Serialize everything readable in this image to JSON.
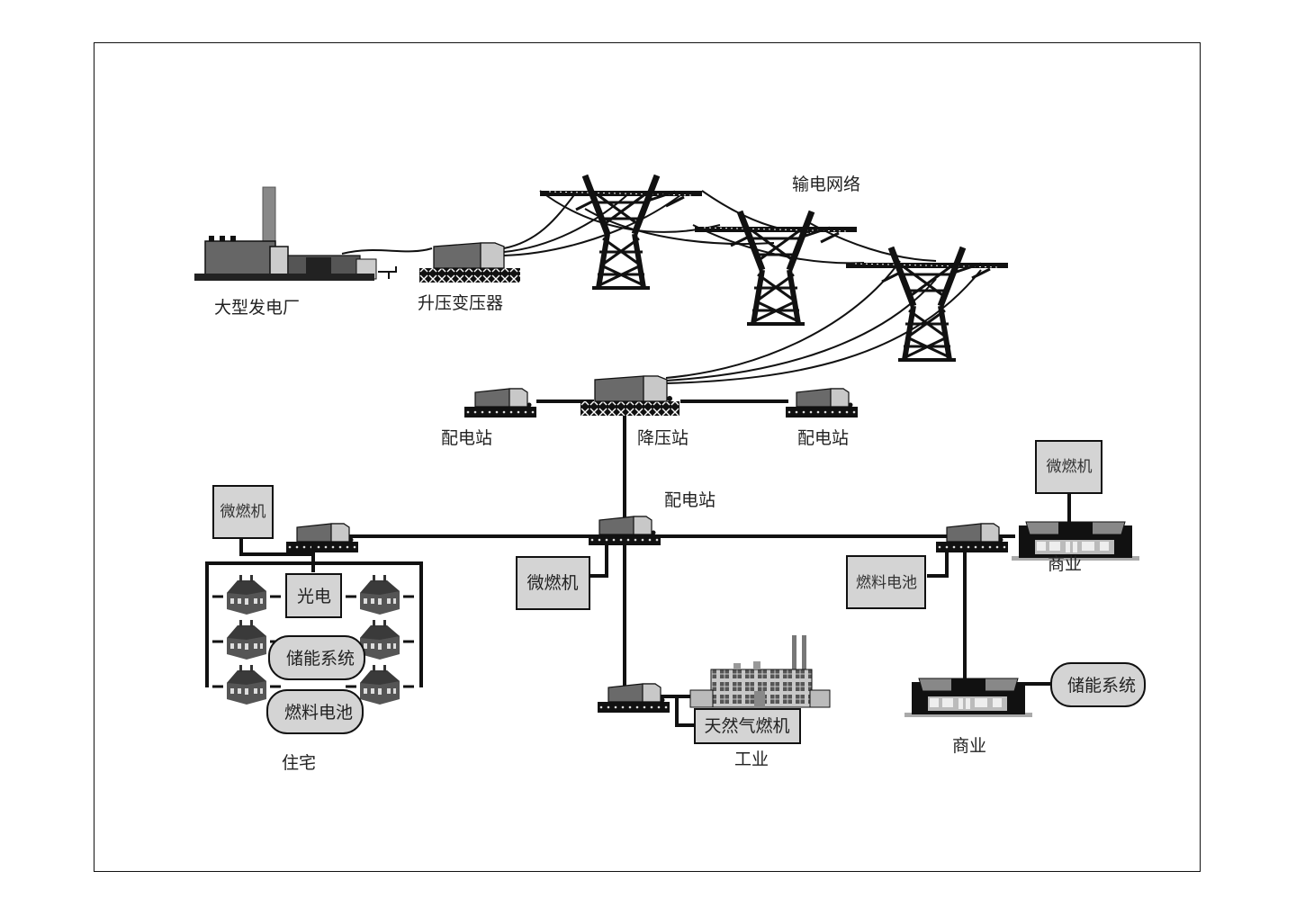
{
  "diagram": {
    "title": "Power grid with distributed generation",
    "colors": {
      "line": "#111111",
      "box_fill": "#d4d4d4",
      "equipment_dark": "#6a6a6a",
      "equipment_light": "#c8c8c8",
      "ground": "#aaaaaa"
    },
    "labels": {
      "power_plant": "大型发电厂",
      "step_up_transformer": "升压变压器",
      "transmission_network": "输电网络",
      "substation_left": "配电站",
      "step_down_station": "降压站",
      "substation_right": "配电站",
      "distribution_station": "配电站",
      "residential": "住宅",
      "industrial": "工业",
      "commercial_top": "商业",
      "commercial_bottom": "商业"
    },
    "boxes": {
      "res_microturbine": "微燃机",
      "res_photovoltaic": "光电",
      "res_storage": "储能系统",
      "res_fuel_cell": "燃料电池",
      "mid_microturbine": "微燃机",
      "ind_gas_turbine": "天然气燃机",
      "com_microturbine": "微燃机",
      "com_fuel_cell": "燃料电池",
      "com_storage": "储能系统"
    },
    "nodes": [
      {
        "id": "power_plant",
        "type": "power-plant"
      },
      {
        "id": "step_up_transformer",
        "type": "transformer"
      },
      {
        "id": "tower_1",
        "type": "transmission-tower"
      },
      {
        "id": "tower_2",
        "type": "transmission-tower"
      },
      {
        "id": "tower_3",
        "type": "transmission-tower"
      },
      {
        "id": "step_down_station",
        "type": "transformer"
      },
      {
        "id": "substation_left",
        "type": "transformer"
      },
      {
        "id": "substation_right",
        "type": "transformer"
      },
      {
        "id": "distribution_station",
        "type": "transformer"
      },
      {
        "id": "res_transformer",
        "type": "transformer"
      },
      {
        "id": "ind_transformer",
        "type": "transformer"
      },
      {
        "id": "com_transformer",
        "type": "transformer"
      },
      {
        "id": "houses",
        "type": "house",
        "count": 6
      },
      {
        "id": "factory",
        "type": "factory"
      },
      {
        "id": "shop_top",
        "type": "commercial-building"
      },
      {
        "id": "shop_bottom",
        "type": "commercial-building"
      }
    ],
    "edges": [
      [
        "power_plant",
        "step_up_transformer"
      ],
      [
        "step_up_transformer",
        "tower_1"
      ],
      [
        "tower_1",
        "tower_2"
      ],
      [
        "tower_2",
        "tower_3"
      ],
      [
        "tower_3",
        "step_down_station"
      ],
      [
        "step_down_station",
        "substation_left"
      ],
      [
        "step_down_station",
        "substation_right"
      ],
      [
        "step_down_station",
        "distribution_station"
      ],
      [
        "distribution_station",
        "res_transformer"
      ],
      [
        "distribution_station",
        "com_transformer"
      ],
      [
        "distribution_station",
        "ind_transformer"
      ],
      [
        "distribution_station",
        "mid_microturbine"
      ],
      [
        "res_transformer",
        "res_microturbine"
      ],
      [
        "res_transformer",
        "houses"
      ],
      [
        "ind_transformer",
        "factory"
      ],
      [
        "ind_transformer",
        "ind_gas_turbine"
      ],
      [
        "com_transformer",
        "shop_top"
      ],
      [
        "com_transformer",
        "com_fuel_cell"
      ],
      [
        "com_transformer",
        "shop_bottom"
      ],
      [
        "shop_top",
        "com_microturbine"
      ],
      [
        "shop_bottom",
        "com_storage"
      ]
    ]
  }
}
